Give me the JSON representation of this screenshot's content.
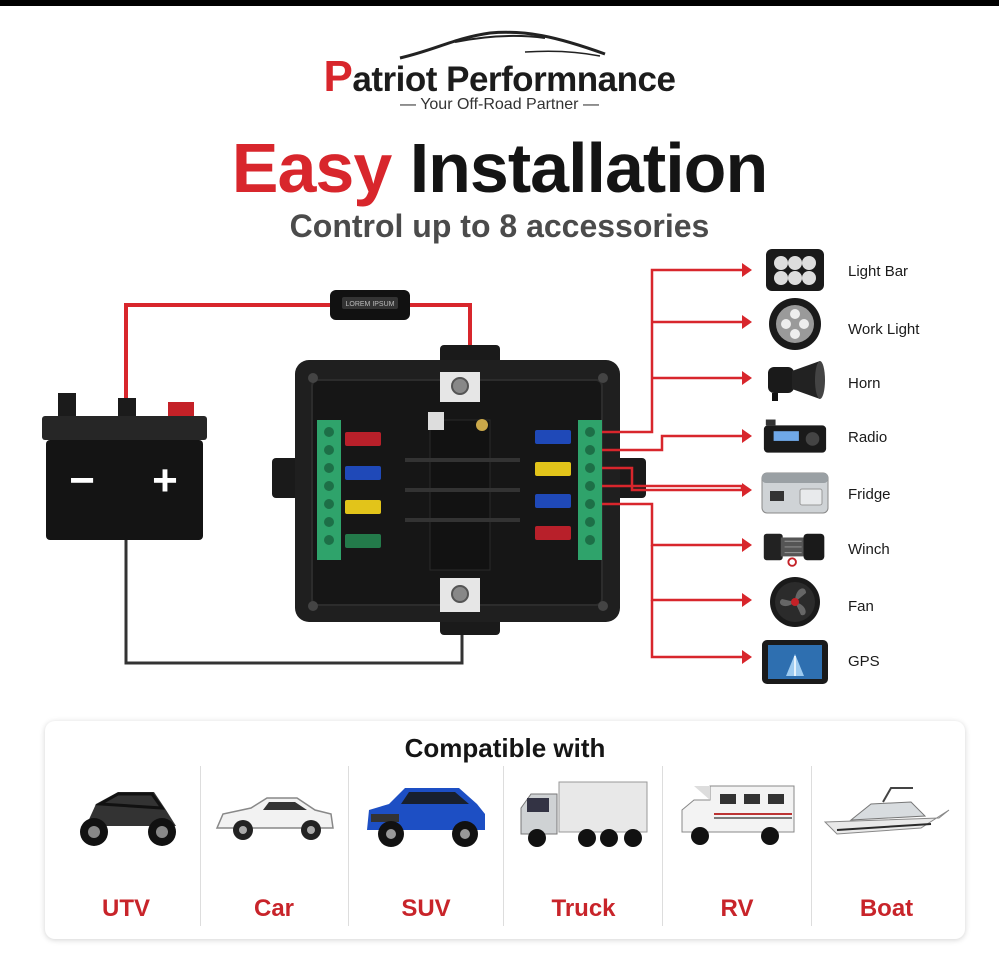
{
  "brand": {
    "name_first": "P",
    "name_rest": "atriot Performnance",
    "tagline": "— Your Off-Road Partner —"
  },
  "headline": {
    "accent": "Easy",
    "main": "Installation"
  },
  "subheadline": "Control up to 8 accessories",
  "battery": {
    "minus": "−",
    "plus": "+"
  },
  "inline_fuse_label": "LOREM IPSUM",
  "accessories": [
    {
      "label": "Light Bar",
      "icon": "light-bar-icon"
    },
    {
      "label": "Work Light",
      "icon": "work-light-icon"
    },
    {
      "label": "Horn",
      "icon": "horn-icon"
    },
    {
      "label": "Radio",
      "icon": "radio-icon"
    },
    {
      "label": "Fridge",
      "icon": "fridge-icon"
    },
    {
      "label": "Winch",
      "icon": "winch-icon"
    },
    {
      "label": "Fan",
      "icon": "fan-icon"
    },
    {
      "label": "GPS",
      "icon": "gps-icon"
    }
  ],
  "compatible": {
    "title": "Compatible with",
    "vehicles": [
      {
        "label": "UTV",
        "icon": "utv-icon"
      },
      {
        "label": "Car",
        "icon": "car-icon"
      },
      {
        "label": "SUV",
        "icon": "suv-icon"
      },
      {
        "label": "Truck",
        "icon": "truck-icon"
      },
      {
        "label": "RV",
        "icon": "rv-icon"
      },
      {
        "label": "Boat",
        "icon": "boat-icon"
      }
    ]
  },
  "colors": {
    "accent": "#d8262c",
    "dark": "#1a1a1a",
    "terminal": "#2fa36b"
  }
}
